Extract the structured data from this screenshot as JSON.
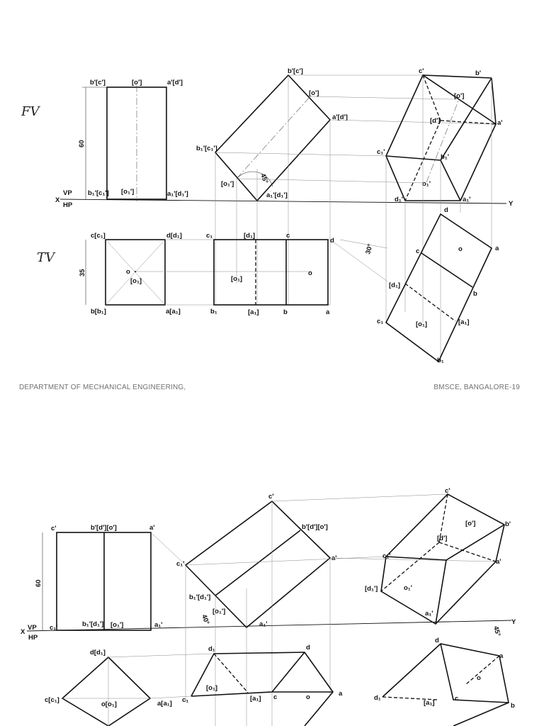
{
  "footer": {
    "left": "DEPARTMENT OF MECHANICAL ENGINEERING,",
    "right": "BMSCE, BANGALORE-19"
  },
  "drawing1": {
    "side_fv": "FV",
    "side_tv": "TV",
    "x": "X",
    "y": "Y",
    "vp": "VP",
    "hp": "HP",
    "dim_height": "60",
    "dim_width": "35",
    "angle_45": "45°",
    "angle_30": "30°",
    "fv1": {
      "b_c": "b'[c']",
      "o": "[o']",
      "a_d": "a'[d']",
      "b1c1": "b₁'[c₁']",
      "o1": "[o₁']",
      "a1d1": "a₁'[d₁']"
    },
    "tv1": {
      "c_c1": "c[c₁]",
      "d_d1": "d[d₁]",
      "b_b1": "b[b₁]",
      "a_a1": "a[a₁]",
      "o": "o",
      "o1": "[o₁]"
    },
    "fv2": {
      "b_c": "b'[c']",
      "o": "[o']",
      "a_d": "a'[d']",
      "b1c1": "b₁'[c₁']",
      "o1": "[o₁']",
      "a1d1": "a₁'[d₁']"
    },
    "tv2": {
      "c1": "c₁",
      "d1": "[d₁]",
      "c": "c",
      "d": "d",
      "o1": "[o₁]",
      "o": "o",
      "b1": "b₁",
      "a1": "[a₁]",
      "b": "b",
      "a": "a"
    },
    "fv3": {
      "c": "c'",
      "b": "b'",
      "o": "[o']",
      "d": "[d']",
      "a": "a'",
      "c1": "c₁'",
      "b1": "b₁'",
      "o1": "o₁'",
      "d1": "d₁'",
      "a1": "a₁'"
    },
    "tv3": {
      "d": "d",
      "c": "c",
      "o": "o",
      "a": "a",
      "d1": "[d₁]",
      "b": "b",
      "c1": "c₁",
      "o1": "[o₁]",
      "a1": "[a₁]",
      "b1": "b₁"
    }
  },
  "drawing2": {
    "x": "X",
    "y": "Y",
    "vp": "VP",
    "hp": "HP",
    "dim_height": "60",
    "angle_40": "40°",
    "angle_45": "45°",
    "fv1": {
      "c": "c'",
      "bdo": "b'[d'][o']",
      "a": "a'",
      "c1": "c₁'",
      "b1d1": "b₁'[d₁']",
      "o1": "[o₁']",
      "a1": "a₁'"
    },
    "tv1": {
      "d_d1": "d[d₁]",
      "c_c1": "c[c₁]",
      "o_o1": "o[o₁]",
      "a_a1": "a[a₁]"
    },
    "fv2": {
      "c": "c'",
      "bdo": "b'[d'][o']",
      "a": "a'",
      "c1": "c₁'",
      "b1d1": "b₁'[d₁']",
      "o1": "[o₁']",
      "a1": "a₁'"
    },
    "tv2": {
      "d1": "d₁",
      "d": "d",
      "o1": "[o₁]",
      "a1": "[a₁]",
      "c1": "c₁",
      "c": "c",
      "o": "o",
      "a": "a"
    },
    "fv3": {
      "c": "c'",
      "o": "[o']",
      "b": "b'",
      "d": "[d']",
      "c1": "c₁'",
      "a": "a'",
      "d1": "[d₁']",
      "o1": "o₁'",
      "a1": "a₁'"
    },
    "tv3": {
      "d": "d",
      "a": "a",
      "o": "o",
      "d1": "d₁",
      "a1": "[a₁]",
      "c": "c",
      "b": "b"
    }
  }
}
